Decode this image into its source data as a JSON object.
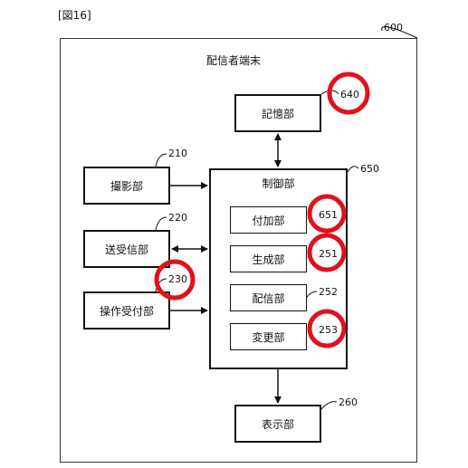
{
  "figure_label": "[図16]",
  "terminal": {
    "title": "配信者端末",
    "ref": "600"
  },
  "storage": {
    "label": "記憶部",
    "ref": "640"
  },
  "camera": {
    "label": "撮影部",
    "ref": "210"
  },
  "transceiver": {
    "label": "送受信部",
    "ref": "220"
  },
  "operation": {
    "label": "操作受付部",
    "ref": "230"
  },
  "control": {
    "label": "制御部",
    "ref": "650"
  },
  "adder": {
    "label": "付加部",
    "ref": "651"
  },
  "generator": {
    "label": "生成部",
    "ref": "251"
  },
  "distributor": {
    "label": "配信部",
    "ref": "252"
  },
  "changer": {
    "label": "変更部",
    "ref": "253"
  },
  "display": {
    "label": "表示部",
    "ref": "260"
  },
  "colors": {
    "line": "#111111",
    "highlight": "#e0121b"
  }
}
